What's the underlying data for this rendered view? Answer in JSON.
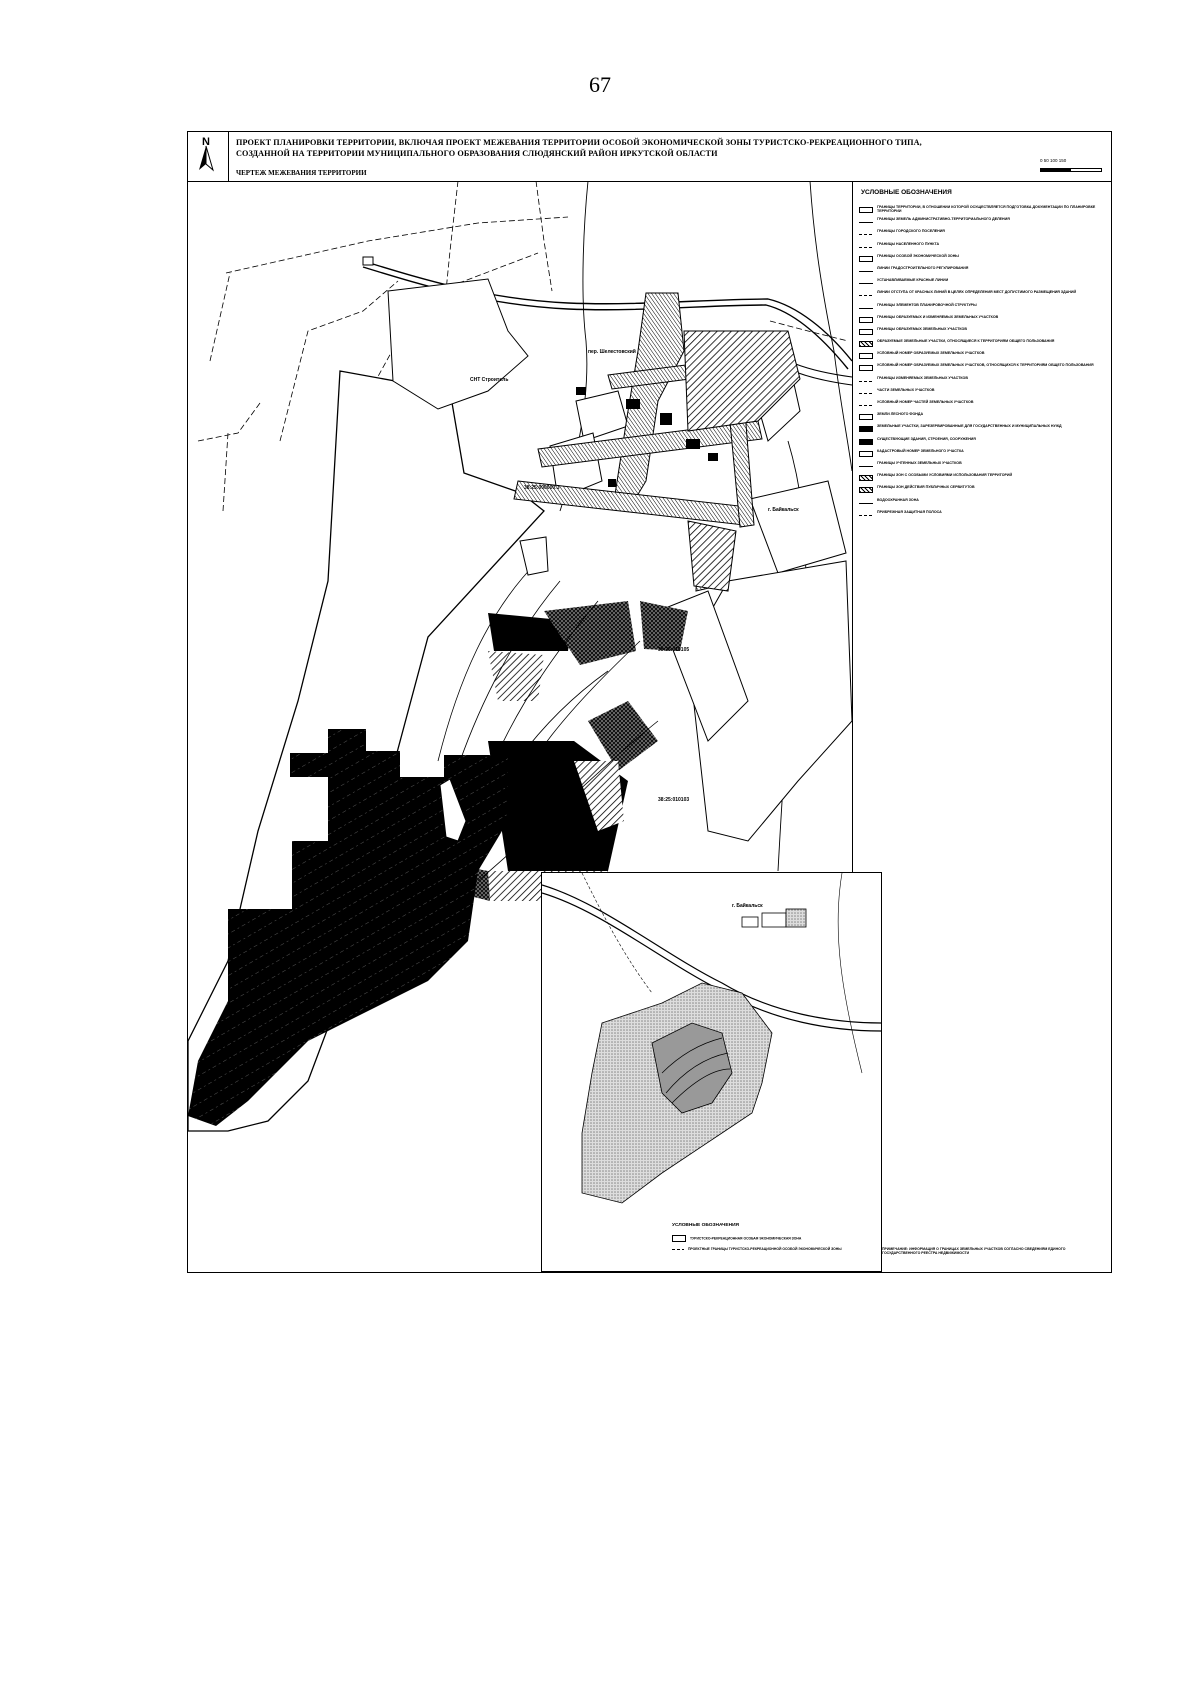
{
  "page": {
    "number": "67"
  },
  "header": {
    "north_letter": "N",
    "title_line1": "ПРОЕКТ ПЛАНИРОВКИ ТЕРРИТОРИИ, ВКЛЮЧАЯ ПРОЕКТ МЕЖЕВАНИЯ ТЕРРИТОРИИ ОСОБОЙ ЭКОНОМИЧЕСКОЙ ЗОНЫ ТУРИСТСКО-РЕКРЕАЦИОННОГО ТИПА,",
    "title_line2": "СОЗДАННОЙ НА ТЕРРИТОРИИ МУНИЦИПАЛЬНОГО ОБРАЗОВАНИЯ СЛЮДЯНСКИЙ РАЙОН ИРКУТСКОЙ ОБЛАСТИ",
    "sheet_name": "ЧЕРТЕЖ МЕЖЕВАНИЯ ТЕРРИТОРИИ",
    "scale_text": "0    50   100  150"
  },
  "legend": {
    "title": "УСЛОВНЫЕ ОБОЗНАЧЕНИЯ",
    "items": [
      {
        "swatch": "box",
        "text": "ГРАНИЦЫ ТЕРРИТОРИИ, В ОТНОШЕНИИ КОТОРОЙ ОСУЩЕСТВЛЯЕТСЯ ПОДГОТОВКА ДОКУМЕНТАЦИИ ПО ПЛАНИРОВКЕ ТЕРРИТОРИИ"
      },
      {
        "swatch": "line",
        "text": "ГРАНИЦЫ ЗЕМЕЛЬ АДМИНИСТРАТИВНО-ТЕРРИТОРИАЛЬНОГО ДЕЛЕНИЯ"
      },
      {
        "swatch": "dash",
        "text": "ГРАНИЦЫ ГОРОДСКОГО ПОСЕЛЕНИЯ"
      },
      {
        "swatch": "dash",
        "text": "ГРАНИЦЫ НАСЕЛЕННОГО ПУНКТА"
      },
      {
        "swatch": "box",
        "text": "ГРАНИЦЫ ОСОБОЙ ЭКОНОМИЧЕСКОЙ ЗОНЫ"
      },
      {
        "swatch": "line",
        "text": "ЛИНИИ ГРАДОСТРОИТЕЛЬНОГО РЕГУЛИРОВАНИЯ"
      },
      {
        "swatch": "line",
        "text": "УСТАНАВЛИВАЕМЫЕ КРАСНЫЕ ЛИНИИ"
      },
      {
        "swatch": "dash",
        "text": "ЛИНИИ ОТСТУПА ОТ КРАСНЫХ ЛИНИЙ В ЦЕЛЯХ ОПРЕДЕЛЕНИЯ МЕСТ ДОПУСТИМОГО РАЗМЕЩЕНИЯ ЗДАНИЙ"
      },
      {
        "swatch": "line",
        "text": "ГРАНИЦЫ ЭЛЕМЕНТОВ ПЛАНИРОВОЧНОЙ СТРУКТУРЫ"
      },
      {
        "swatch": "box",
        "text": "ГРАНИЦЫ ОБРАЗУЕМЫХ И ИЗМЕНЯЕМЫХ ЗЕМЕЛЬНЫХ УЧАСТКОВ"
      },
      {
        "swatch": "box",
        "text": "ГРАНИЦЫ ОБРАЗУЕМЫХ ЗЕМЕЛЬНЫХ УЧАСТКОВ"
      },
      {
        "swatch": "hatch",
        "text": "ОБРАЗУЕМЫЕ ЗЕМЕЛЬНЫЕ УЧАСТКИ, ОТНОСЯЩИЕСЯ К ТЕРРИТОРИЯМ ОБЩЕГО ПОЛЬЗОВАНИЯ"
      },
      {
        "swatch": "box",
        "text": "УСЛОВНЫЙ НОМЕР ОБРАЗУЕМЫХ ЗЕМЕЛЬНЫХ УЧАСТКОВ"
      },
      {
        "swatch": "box",
        "text": "УСЛОВНЫЙ НОМЕР ОБРАЗУЕМЫХ ЗЕМЕЛЬНЫХ УЧАСТКОВ, ОТНОСЯЩИХСЯ К ТЕРРИТОРИЯМ ОБЩЕГО ПОЛЬЗОВАНИЯ"
      },
      {
        "swatch": "dash",
        "text": "ГРАНИЦЫ ИЗМЕНЯЕМЫХ ЗЕМЕЛЬНЫХ УЧАСТКОВ"
      },
      {
        "swatch": "dash",
        "text": "ЧАСТИ ЗЕМЕЛЬНЫХ УЧАСТКОВ"
      },
      {
        "swatch": "dash",
        "text": "УСЛОВНЫЙ НОМЕР ЧАСТЕЙ ЗЕМЕЛЬНЫХ УЧАСТКОВ"
      },
      {
        "swatch": "box",
        "text": "ЗЕМЛИ ЛЕСНОГО ФОНДА"
      },
      {
        "swatch": "fill",
        "text": "ЗЕМЕЛЬНЫЕ УЧАСТКИ, ЗАРЕЗЕРВИРОВАННЫЕ ДЛЯ ГОСУДАРСТВЕННЫХ И МУНИЦИПАЛЬНЫХ НУЖД"
      },
      {
        "swatch": "fill",
        "text": "СУЩЕСТВУЮЩИЕ ЗДАНИЯ, СТРОЕНИЯ, СООРУЖЕНИЯ"
      },
      {
        "swatch": "box",
        "text": "КАДАСТРОВЫЙ НОМЕР ЗЕМЕЛЬНОГО УЧАСТКА"
      },
      {
        "swatch": "line",
        "text": "ГРАНИЦЫ УЧТЕННЫХ ЗЕМЕЛЬНЫХ УЧАСТКОВ"
      },
      {
        "swatch": "hatch",
        "text": "ГРАНИЦЫ ЗОН С ОСОБЫМИ УСЛОВИЯМИ ИСПОЛЬЗОВАНИЯ ТЕРРИТОРИЙ"
      },
      {
        "swatch": "hatch",
        "text": "ГРАНИЦЫ ЗОН ДЕЙСТВИЯ ПУБЛИЧНЫХ СЕРВИТУТОВ"
      },
      {
        "swatch": "line",
        "text": "ВОДООХРАННАЯ ЗОНА"
      },
      {
        "swatch": "dash",
        "text": "ПРИБРЕЖНАЯ ЗАЩИТНАЯ ПОЛОСА"
      }
    ]
  },
  "map_labels": {
    "snt": "СНТ Строитель",
    "ul_shelest": "пер. Шелестовский",
    "baikalsk": "г. Байкальск",
    "c1": "38:25:000000:3",
    "c2": "38:25:010105",
    "c3": "38:25:010103"
  },
  "inset": {
    "town": "г. Байкальск",
    "legend_title": "УСЛОВНЫЕ ОБОЗНАЧЕНИЯ",
    "item1": "ТУРИСТСКО-РЕКРЕАЦИОННАЯ ОСОБАЯ ЭКОНОМИЧЕСКАЯ ЗОНА",
    "item2": "ПРОЕКТНЫЕ ГРАНИЦЫ ТУРИСТСКО-РЕКРЕАЦИОННОЙ ОСОБОЙ ЭКОНОМИЧЕСКОЙ ЗОНЫ"
  },
  "footnote": "ПРИМЕЧАНИЕ: ИНФОРМАЦИЯ О ГРАНИЦАХ ЗЕМЕЛЬНЫХ УЧАСТКОВ СОГЛАСНО СВЕДЕНИЯМ ЕДИНОГО ГОСУДАРСТВЕННОГО РЕЕСТРА НЕДВИЖИМОСТИ"
}
